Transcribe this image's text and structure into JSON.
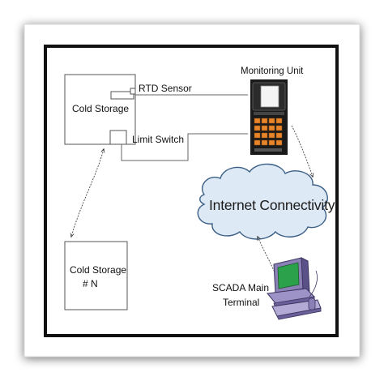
{
  "diagram": {
    "cold_storage_1": {
      "label": "Cold Storage"
    },
    "cold_storage_n": {
      "line1": "Cold Storage",
      "line2": "# N"
    },
    "rtd_sensor": {
      "label": "RTD Sensor"
    },
    "limit_switch": {
      "label": "Limit Switch"
    },
    "monitoring_unit": {
      "label": "Monitoring Unit"
    },
    "internet": {
      "label": "Internet Connectivity"
    },
    "scada_terminal": {
      "line1": "SCADA Main",
      "line2": "Terminal"
    }
  },
  "colors": {
    "frame_border": "#111111",
    "cloud_fill": "#dde9f5",
    "cloud_stroke": "#3b5f86",
    "device_body": "#1a1a1a",
    "device_keys": "#e8842a",
    "monitor_screen": "#2aa14a",
    "computer_body": "#7b6fa8"
  }
}
